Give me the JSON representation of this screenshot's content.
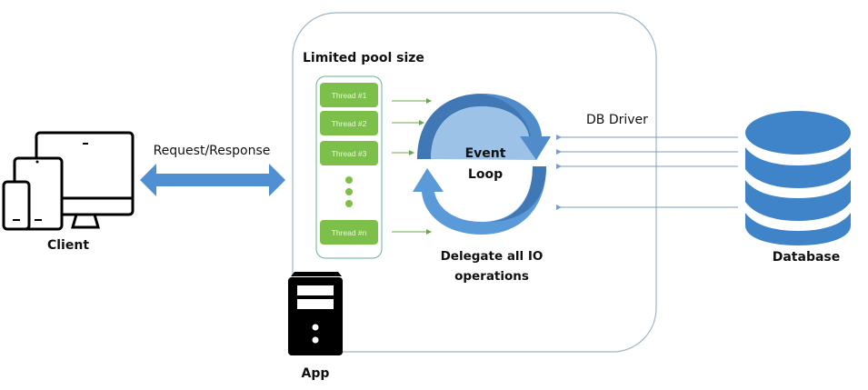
{
  "colors": {
    "thread_fill": "#7cc04a",
    "pool_border": "#7cc0a0",
    "app_border": "#9fb4c8",
    "arrow_blue": "#4f8fd2",
    "loop_dark": "#3f78b5",
    "loop_light": "#5b9ad8",
    "db_blue": "#3f84c8",
    "green_arrow": "#6aa84f",
    "db_arrow": "#7a9cc6",
    "icon_black": "#000000"
  },
  "labels": {
    "pool_title": "Limited pool size",
    "request_response": "Request/Response",
    "client": "Client",
    "app": "App",
    "event_loop_line1": "Event",
    "event_loop_line2": "Loop",
    "delegate_line1": "Delegate all IO",
    "delegate_line2": "operations",
    "db_driver": "DB Driver",
    "database": "Database"
  },
  "threads": [
    {
      "label": "Thread #1"
    },
    {
      "label": "Thread #2"
    },
    {
      "label": "Thread #3"
    },
    {
      "label": "Thread #n"
    }
  ],
  "ellipsis_dots": 3,
  "db_driver_arrows": 4,
  "icons": {
    "client": "devices-icon",
    "app": "server-icon",
    "database": "database-icon"
  }
}
